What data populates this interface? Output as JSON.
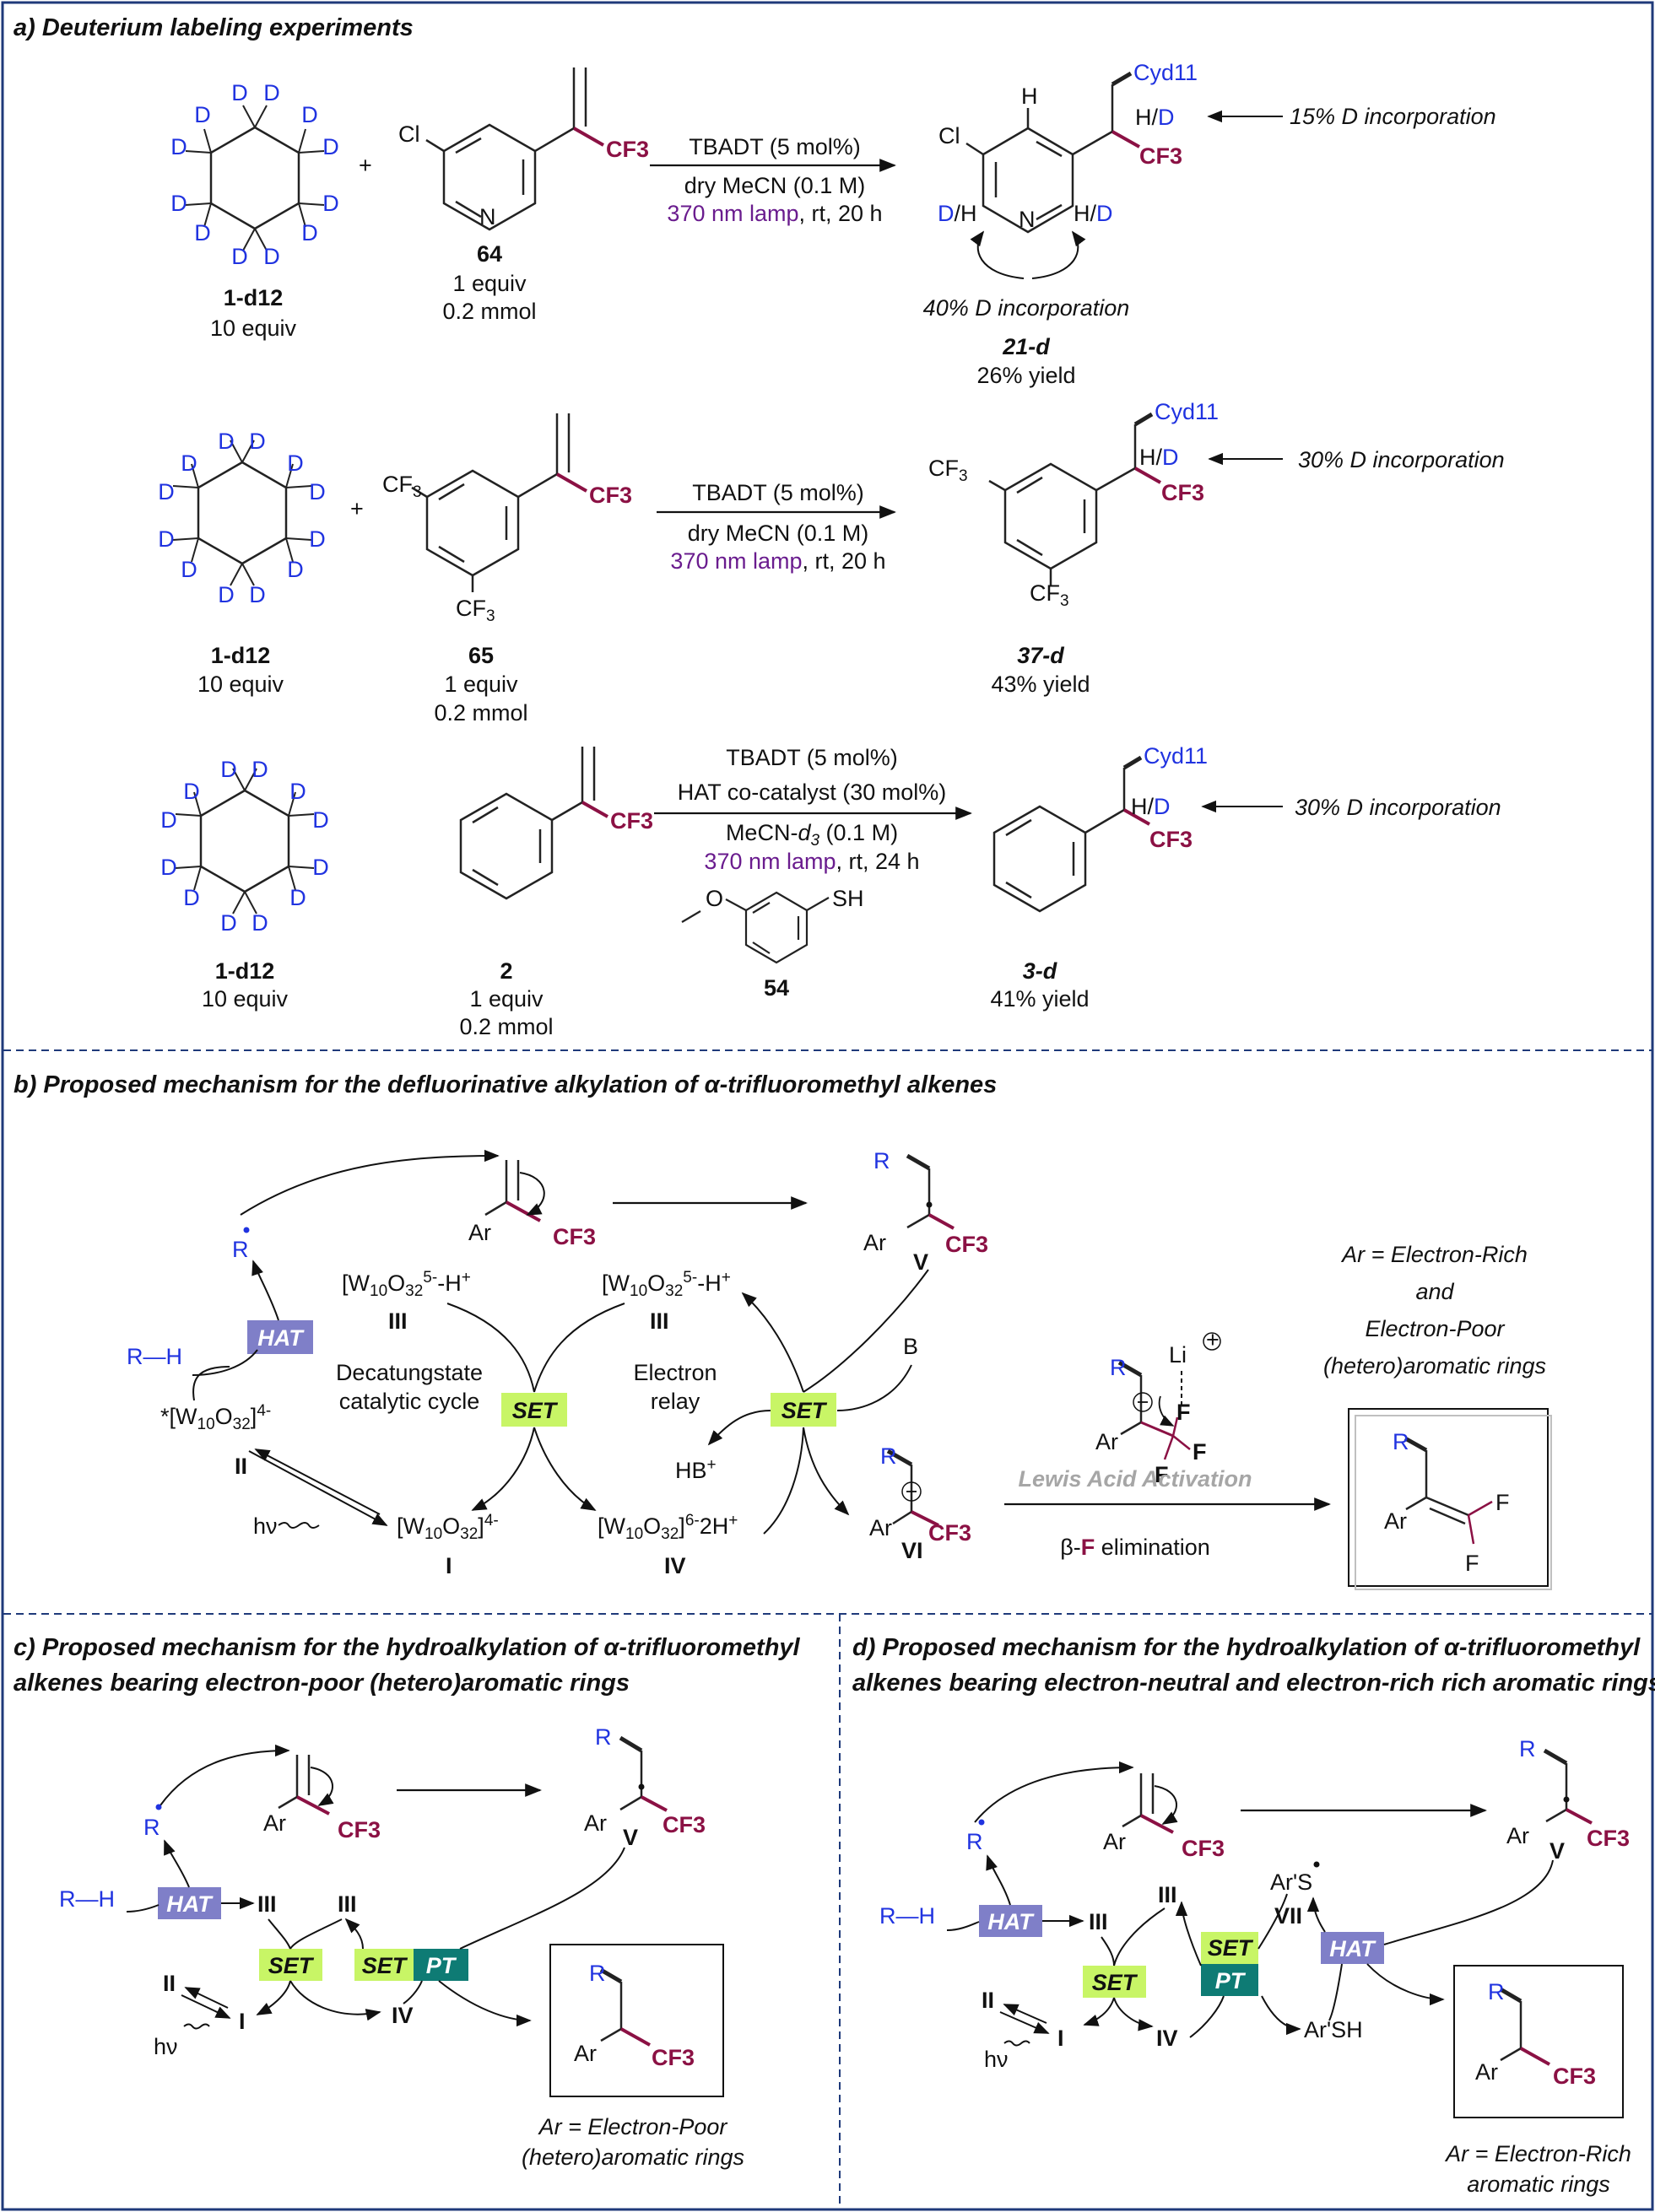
{
  "panel_a": {
    "header": "a) Deuterium labeling experiments",
    "atom_D": "D",
    "atom_Cl": "Cl",
    "atom_N": "N",
    "atom_H": "H",
    "cf3": "CF3",
    "plus": "+",
    "cyd": "Cyd11",
    "hd": "H/D",
    "dh": "D/H",
    "row1": {
      "reagent_label": "1-d12",
      "reagent_equiv": "10 equiv",
      "sub_label": "64",
      "sub_equiv": "1 equiv",
      "sub_mmol": "0.2 mmol",
      "cond1": "TBADT (5 mol%)",
      "cond2": "dry MeCN (0.1 M)",
      "cond3a": "370 nm lamp",
      "cond3b": ", rt, 20 h",
      "prod_label": "21-d",
      "prod_yield": "26% yield",
      "note1": "15% D incorporation",
      "note2": "40% D incorporation"
    },
    "row2": {
      "reagent_label": "1-d12",
      "reagent_equiv": "10 equiv",
      "sub_label": "65",
      "sub_equiv": "1 equiv",
      "sub_mmol": "0.2 mmol",
      "cond1": "TBADT (5 mol%)",
      "cond2": "dry MeCN (0.1 M)",
      "cond3a": "370 nm lamp",
      "cond3b": ", rt, 20 h",
      "prod_label": "37-d",
      "prod_yield": "43% yield",
      "note1": "30% D incorporation"
    },
    "row3": {
      "reagent_label": "1-d12",
      "reagent_equiv": "10 equiv",
      "sub_label": "2",
      "sub_equiv": "1 equiv",
      "sub_mmol": "0.2 mmol",
      "cond1": "TBADT (5 mol%)",
      "cond1b": "HAT co-catalyst (30 mol%)",
      "cond2": "MeCN-d3 (0.1 M)",
      "cond3a": "370 nm lamp",
      "cond3b": ", rt, 24 h",
      "cocat_label": "54",
      "cocat_o": "O",
      "cocat_sh": "SH",
      "prod_label": "3-d",
      "prod_yield": "41% yield",
      "note1": "30% D incorporation"
    }
  },
  "panel_b": {
    "header": "b) Proposed mechanism for the defluorinative alkylation of α-trifluoromethyl alkenes",
    "r_dot": "R",
    "rh": "R—H",
    "hat": "HAT",
    "set": "SET",
    "ar": "Ar",
    "cf3": "CF3",
    "w_h": "[W10O32]5-H+",
    "w_iii": "III",
    "w_star": "*[W10O32]4-",
    "w_ii": "II",
    "w_i_f": "[W10O32]4-",
    "w_i": "I",
    "w_iv_f": "[W10O32]6-2H+",
    "w_iv": "IV",
    "hv": "hν",
    "cycle1": "Decatungstate",
    "cycle2": "catalytic cycle",
    "relay1": "Electron",
    "relay2": "relay",
    "base": "B",
    "hb": "HB+",
    "rad_v": "V",
    "an_vi": "VI",
    "li": "Li",
    "f": "F",
    "lewis": "Lewis Acid Activation",
    "beta": "β-F elimination",
    "ar_note1": "Ar =  Electron-Rich",
    "ar_note2": "and",
    "ar_note3": "Electron-Poor",
    "ar_note4": "(hetero)aromatic rings"
  },
  "panel_c": {
    "header1": "c) Proposed mechanism for the hydroalkylation of α-trifluoromethyl",
    "header2": "alkenes bearing electron-poor (hetero)aromatic rings",
    "pt": "PT",
    "note1": "Ar = Electron-Poor",
    "note2": "(hetero)aromatic rings"
  },
  "panel_d": {
    "header1": "d) Proposed mechanism for the hydroalkylation of α-trifluoromethyl",
    "header2": "alkenes bearing electron-neutral and electron-rich rich aromatic rings",
    "ars": "Ar'S",
    "arsh": "Ar'SH",
    "vii": "VII",
    "note1": "Ar = Electron-Rich",
    "note2": "aromatic rings"
  },
  "colors": {
    "blue": "#2033e0",
    "cf3": "#8b1144",
    "hat": "#7f7fc8",
    "set": "#c8f566",
    "pt": "#0e7b74",
    "frame": "#1f3a7a",
    "purple": "#6a1c8e"
  }
}
